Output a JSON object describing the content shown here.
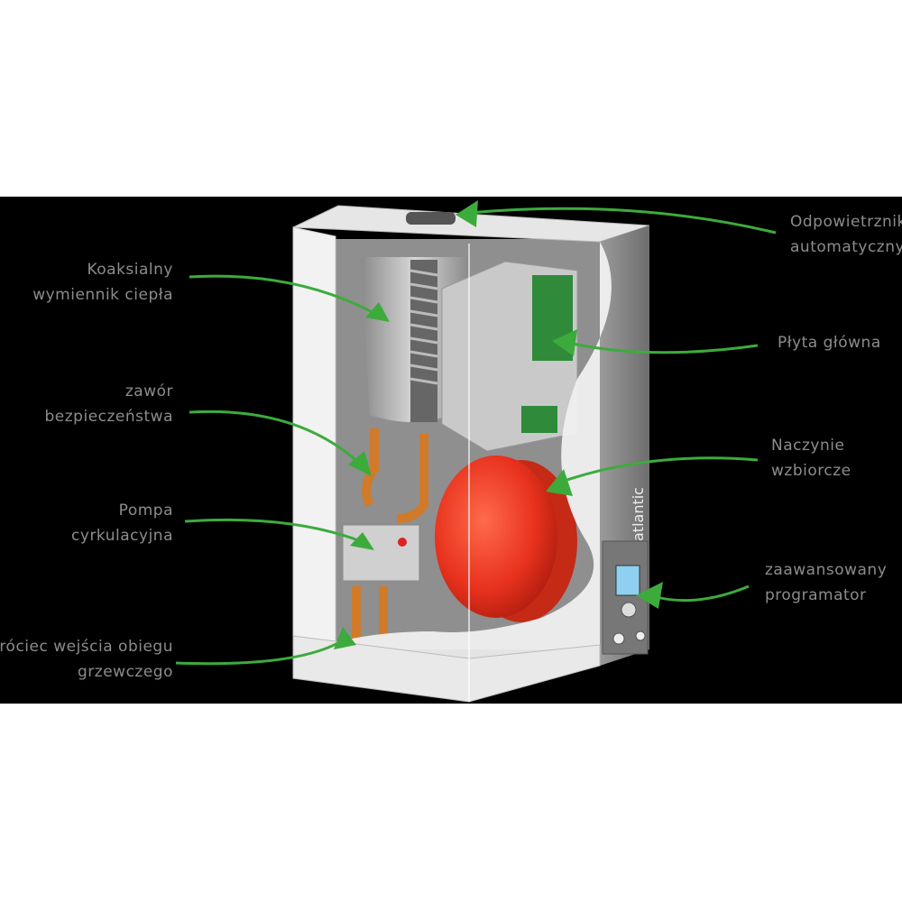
{
  "labels": {
    "vent": [
      "Odpowietrznik",
      "automatyczny"
    ],
    "exchanger": [
      "Koaksialny",
      "wymiennik ciepła"
    ],
    "board": [
      "Płyta główna"
    ],
    "valve": [
      "zawór",
      "bezpieczeństwa"
    ],
    "vessel": [
      "Naczynie",
      "wzbiorcze"
    ],
    "pump": [
      "Pompa",
      "cyrkulacyjna"
    ],
    "programmer": [
      "zaawansowany",
      "programator"
    ],
    "inlet": [
      "Króciec wejścia obiegu",
      "grzewczego"
    ]
  },
  "brand": "atlantic",
  "colors": {
    "arrow": "#3cab3c",
    "background": "#000000",
    "tank": "#e8321e",
    "label": "#8c8c8c"
  }
}
